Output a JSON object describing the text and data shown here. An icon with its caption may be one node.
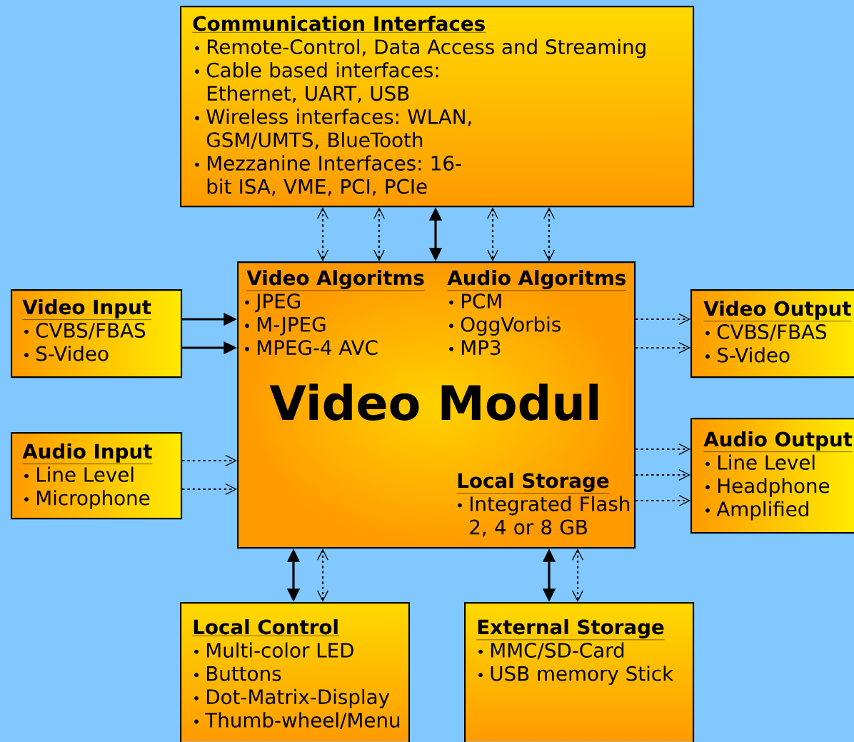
{
  "diagram": {
    "nodes": [
      {
        "text": [
          "Communication Interfaces",
          "Remote-Control, Data Access and Streaming",
          "Cable based interfaces: Ethernet, UART, USB",
          "Wireless interfaces: WLAN, GSM/UMTS, BlueTooth",
          "Mezzanine Interfaces: 16-bit ISA, VME, PCI, PCIe"
        ]
      },
      {
        "text": [
          "Video Algoritms",
          "JPEG",
          "M-JPEG",
          "MPEG-4 AVC",
          "Audio Algoritms",
          "PCM",
          "OggVorbis",
          "MP3",
          "Video Modul",
          "Local Storage",
          "Integrated Flash 2, 4 or 8 GB"
        ]
      },
      {
        "text": [
          "Video Input",
          "CVBS/FBAS",
          "S-Video"
        ]
      },
      {
        "text": [
          "Audio Input",
          "Line Level",
          "Microphone"
        ]
      },
      {
        "text": [
          "Video Output",
          "CVBS/FBAS",
          "S-Video"
        ]
      },
      {
        "text": [
          "Audio Output",
          "Line Level",
          "Headphone",
          "Amplified"
        ]
      },
      {
        "text": [
          "Local Control",
          "Multi-color LED",
          "Buttons",
          "Dot-Matrix-Display",
          "Thumb-wheel/Menu"
        ]
      },
      {
        "text": [
          "External Storage",
          "MMC/SD-Card",
          "USB memory Stick"
        ]
      }
    ],
    "edges": [
      {
        "from": 0,
        "to": 1,
        "arrow": "both",
        "style": "dashed"
      },
      {
        "from": 0,
        "to": 1,
        "arrow": "both",
        "style": "dashed"
      },
      {
        "from": 0,
        "to": 1,
        "arrow": "both"
      },
      {
        "from": 0,
        "to": 1,
        "arrow": "both",
        "style": "dashed"
      },
      {
        "from": 0,
        "to": 1,
        "arrow": "both",
        "style": "dashed"
      },
      {
        "from": 2,
        "to": 1,
        "arrow": "to"
      },
      {
        "from": 2,
        "to": 1,
        "arrow": "to"
      },
      {
        "from": 3,
        "to": 1,
        "arrow": "to",
        "style": "dashed"
      },
      {
        "from": 3,
        "to": 1,
        "arrow": "to",
        "style": "dashed"
      },
      {
        "from": 1,
        "to": 4,
        "arrow": "to",
        "style": "dashed"
      },
      {
        "from": 1,
        "to": 4,
        "arrow": "to",
        "style": "dashed"
      },
      {
        "from": 1,
        "to": 5,
        "arrow": "to",
        "style": "dashed"
      },
      {
        "from": 1,
        "to": 5,
        "arrow": "to",
        "style": "dashed"
      },
      {
        "from": 1,
        "to": 5,
        "arrow": "to",
        "style": "dashed"
      },
      {
        "from": 1,
        "to": 6,
        "arrow": "both"
      },
      {
        "from": 1,
        "to": 6,
        "arrow": "both",
        "style": "dashed"
      },
      {
        "from": 1,
        "to": 7,
        "arrow": "both"
      },
      {
        "from": 1,
        "to": 7,
        "arrow": "both",
        "style": "dashed"
      }
    ]
  }
}
